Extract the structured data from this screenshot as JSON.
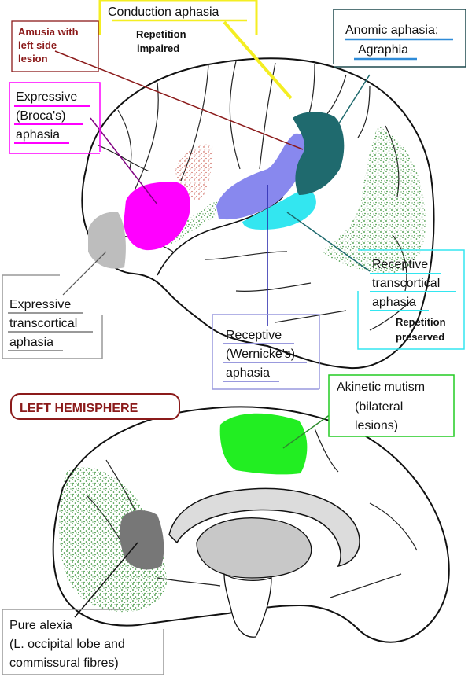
{
  "labels": {
    "conduction_title": "Conduction aphasia",
    "conduction_sub1": "Repetition",
    "conduction_sub2": "impaired",
    "amusia_l1": "Amusia with",
    "amusia_l2": "left side",
    "amusia_l3": "lesion",
    "anomic_l1": "Anomic aphasia;",
    "anomic_l2": "Agraphia",
    "expressive_l1": "Expressive",
    "expressive_l2": "(Broca's)",
    "expressive_l3": "aphasia",
    "exp_trans_l1": "Expressive",
    "exp_trans_l2": "transcortical",
    "exp_trans_l3": "aphasia",
    "rec_trans_l1": "Receptive",
    "rec_trans_l2": "transcortical",
    "rec_trans_l3": "aphasia",
    "rec_trans_sub1": "Repetition",
    "rec_trans_sub2": "preserved",
    "receptive_l1": "Receptive",
    "receptive_l2": "(Wernicke's)",
    "receptive_l3": "aphasia",
    "left_hemisphere": "LEFT  HEMISPHERE",
    "akinetic_l1": "Akinetic mutism",
    "akinetic_l2": "(bilateral",
    "akinetic_l3": "lesions)",
    "alexia_l1": "Pure alexia",
    "alexia_l2": "(L. occipital lobe and",
    "alexia_l3": "commissural fibres)"
  },
  "colors": {
    "conduction": "#f4ee22",
    "amusia": "#8b1a1a",
    "anomic": "#1f6a6e",
    "broca": "#ff00ff",
    "exp_trans": "#bdbdbd",
    "rec_trans": "#33e6f0",
    "wernicke": "#8888ee",
    "akinetic": "#22ee22",
    "alexia": "#777777",
    "stipple": "#2e8b2e"
  }
}
